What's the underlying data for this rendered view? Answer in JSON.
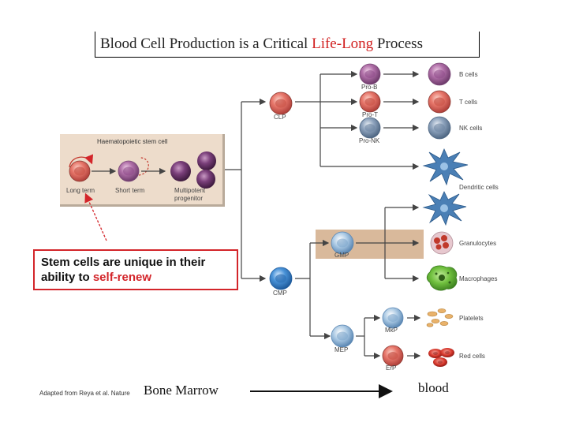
{
  "title": {
    "prefix": "Blood Cell Production is a Critical ",
    "highlight": "Life-Long",
    "suffix": " Process"
  },
  "hsc_box": {
    "heading": "Haematopoietic stem cell",
    "long_term": "Long term",
    "short_term": "Short term",
    "multipotent_line1": "Multipotent",
    "multipotent_line2": "progenitor"
  },
  "progenitors": {
    "clp": "CLP",
    "cmp": "CMP",
    "gmp": "GMP",
    "mep": "MEP",
    "pro_b": "Pro-B",
    "pro_t": "Pro-T",
    "pro_nk": "Pro-NK",
    "mkp": "MkP",
    "erp": "ErP"
  },
  "mature": {
    "b_cells": "B cells",
    "t_cells": "T cells",
    "nk_cells": "NK cells",
    "dendritic": "Dendritic cells",
    "granulocytes": "Granulocytes",
    "macrophages": "Macrophages",
    "platelets": "Platelets",
    "red_cells": "Red cells"
  },
  "callout": {
    "line1": "Stem cells are unique in their",
    "line2_prefix": "ability to ",
    "line2_highlight": "self-renew"
  },
  "footer": {
    "credit": "Adapted from Reya et al. Nature",
    "bone_marrow": "Bone Marrow",
    "blood": "blood"
  },
  "colors": {
    "accent_red": "#d3252a",
    "hsc_panel": "#eddccb",
    "gmp_panel": "#d9b99b",
    "lymphoid": "#e7776b",
    "myeloid_blue": "#4a93d8",
    "purple": "#8a4f8c",
    "dendritic_blue": "#4a7fb5"
  }
}
